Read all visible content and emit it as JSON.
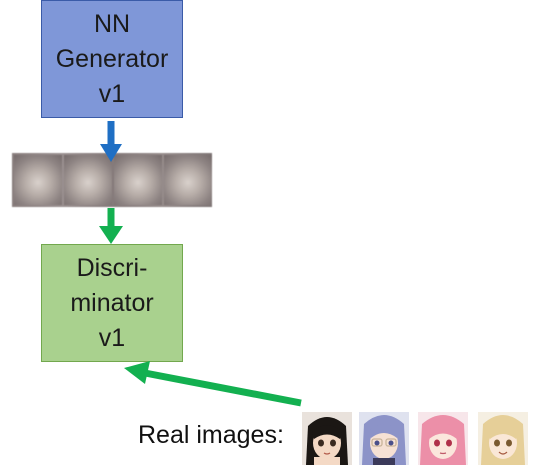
{
  "generator": {
    "label": "NN\nGenerator\nv1",
    "fill": "#7f97d8",
    "border": "#3a5ba8"
  },
  "discriminator": {
    "label": "Discri-\nminator\nv1",
    "fill": "#a9d18e",
    "border": "#72a84e"
  },
  "generated_samples": {
    "count": 4,
    "icon": "blurry-generated-image"
  },
  "real_images": {
    "label": "Real images:",
    "count": 4,
    "icon": "anime-face-image"
  },
  "colors": {
    "blue_arrow": "#1f6fc4",
    "green_arrow": "#13b050"
  }
}
